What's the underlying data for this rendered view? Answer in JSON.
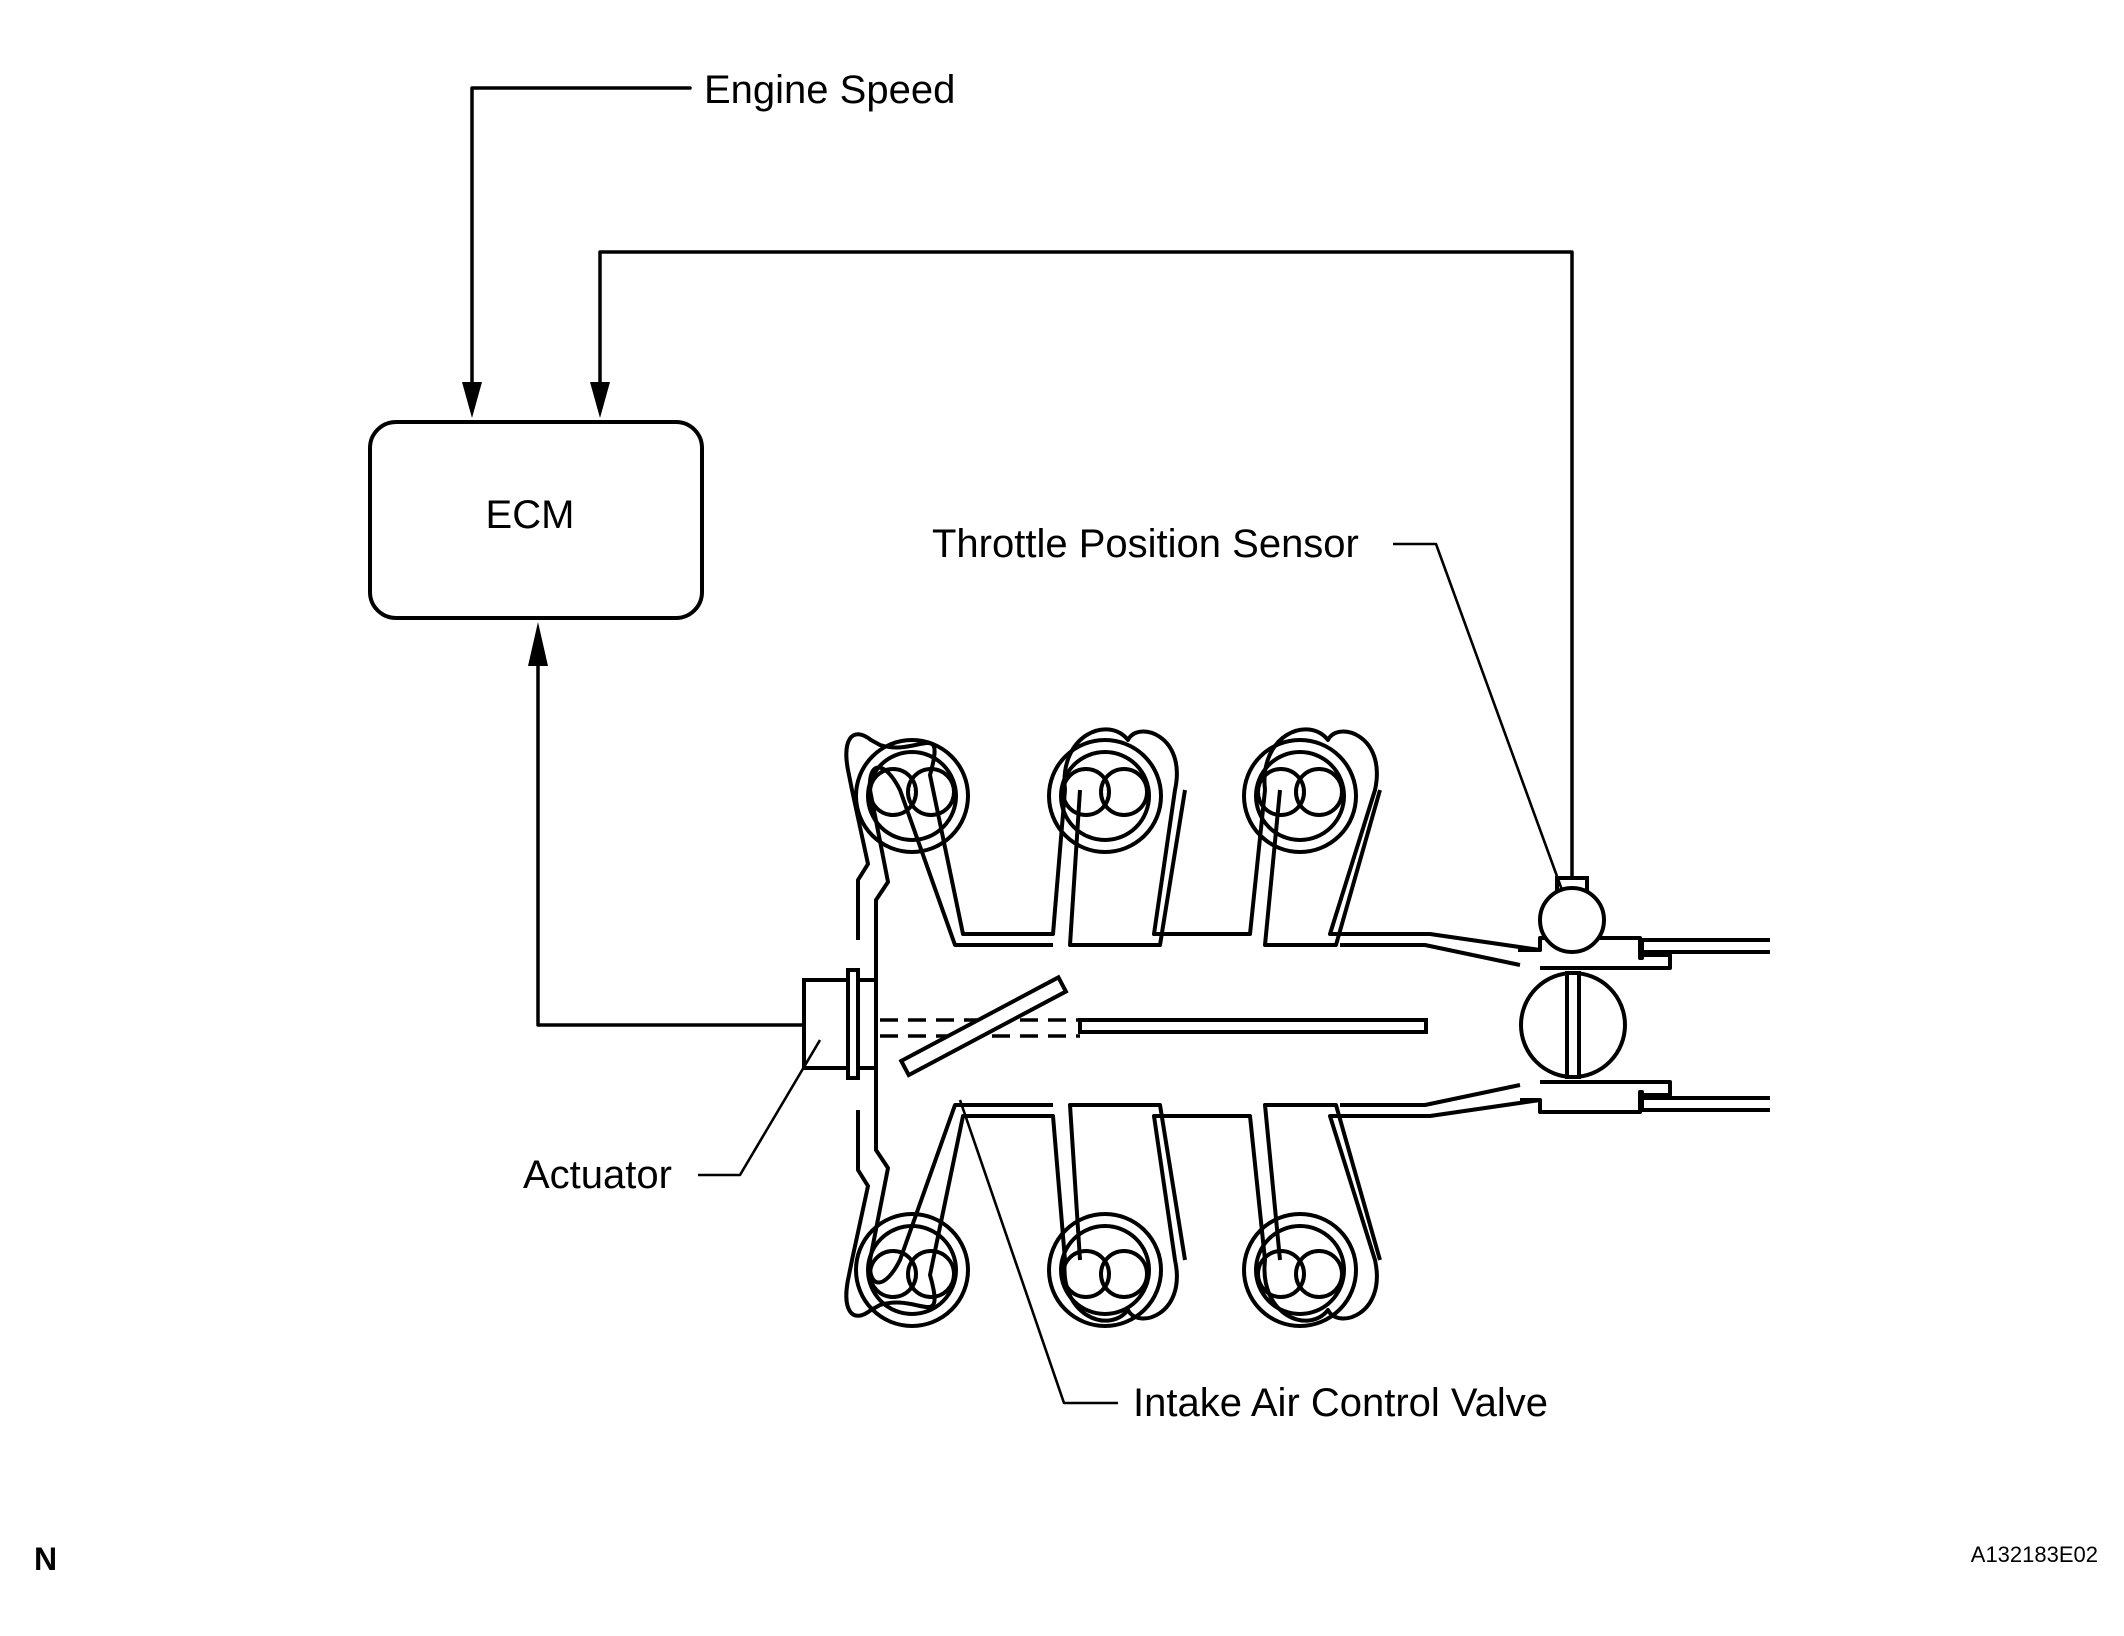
{
  "labels": {
    "engine_speed": "Engine Speed",
    "ecm": "ECM",
    "throttle_position_sensor": "Throttle Position Sensor",
    "actuator": "Actuator",
    "intake_air_control_valve": "Intake Air Control Valve"
  },
  "footer": {
    "corner_mark": "N",
    "figure_code": "A132183E02"
  },
  "colors": {
    "line": "#000000",
    "background": "#ffffff"
  }
}
